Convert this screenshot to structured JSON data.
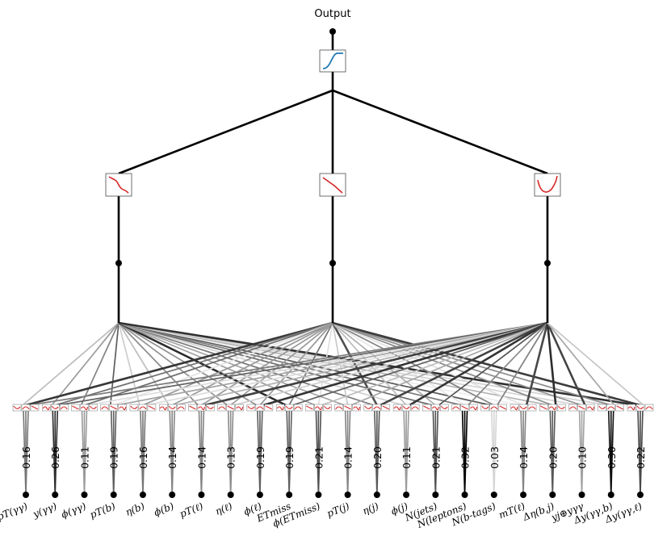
{
  "output_label": "Output",
  "feature_labels": [
    "pT(γγ)",
    "y(γγ)",
    "ϕ(γγ)",
    "pT(b)",
    "η(b)",
    "ϕ(b)",
    "pT(ℓ)",
    "η(ℓ)",
    "ϕ(ℓ)",
    "ETmiss",
    "ϕ(ETmiss)",
    "pT(j)",
    "η(j)",
    "ϕ(j)",
    "N(jets)",
    "N(leptons)",
    "N(b-tags)",
    "mT(ℓ)",
    "Δη(b,j)",
    "yj⊕yγγ",
    "Δy(γγ,b)",
    "Δy(γγ,ℓ)"
  ],
  "importance_values": [
    "0.16",
    "0.26",
    "0.11",
    "0.19",
    "0.16",
    "0.14",
    "0.14",
    "0.13",
    "0.19",
    "0.19",
    "0.21",
    "0.14",
    "0.20",
    "0.11",
    "0.21",
    "0.32",
    "0.03",
    "0.14",
    "0.20",
    "0.10",
    "0.30",
    "0.22"
  ],
  "activation_shapes": {
    "output": "sigmoid-blue",
    "hidden": [
      "decreasing-wiggle",
      "decreasing-linear",
      "u-shape"
    ]
  },
  "colors": {
    "spline": "#d62728",
    "sigmoid": "#1f77b4",
    "edge": "#000000"
  }
}
